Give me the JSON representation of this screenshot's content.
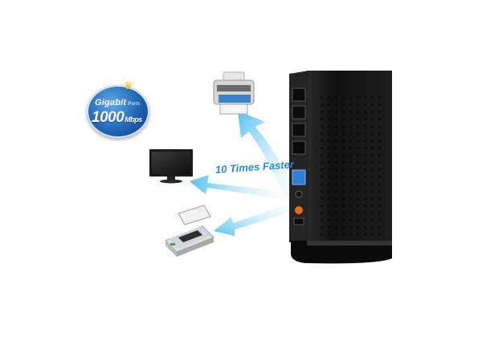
{
  "badge": {
    "line1": "Gigabit",
    "line1_small": "Ports",
    "number": "1000",
    "unit": "Mbps"
  },
  "arrow_label": "10 Times Faster",
  "icons": [
    "printer-icon",
    "monitor-icon",
    "scanner-icon",
    "router-device"
  ],
  "colors": {
    "arrow": "#5ec4f2",
    "label": "#2a8bd8",
    "badge": "#1e63b4",
    "router": "#111111",
    "port_highlight": "#2f7ed8",
    "power_button": "#e86a1e"
  }
}
